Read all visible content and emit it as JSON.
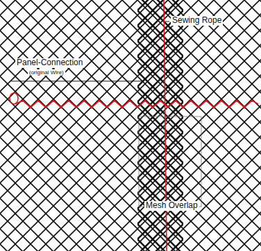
{
  "diagram": {
    "labels": [
      "Sewing Rope",
      "Panel-Connection",
      "(original Wire)",
      "Mesh Overlap"
    ]
  }
}
